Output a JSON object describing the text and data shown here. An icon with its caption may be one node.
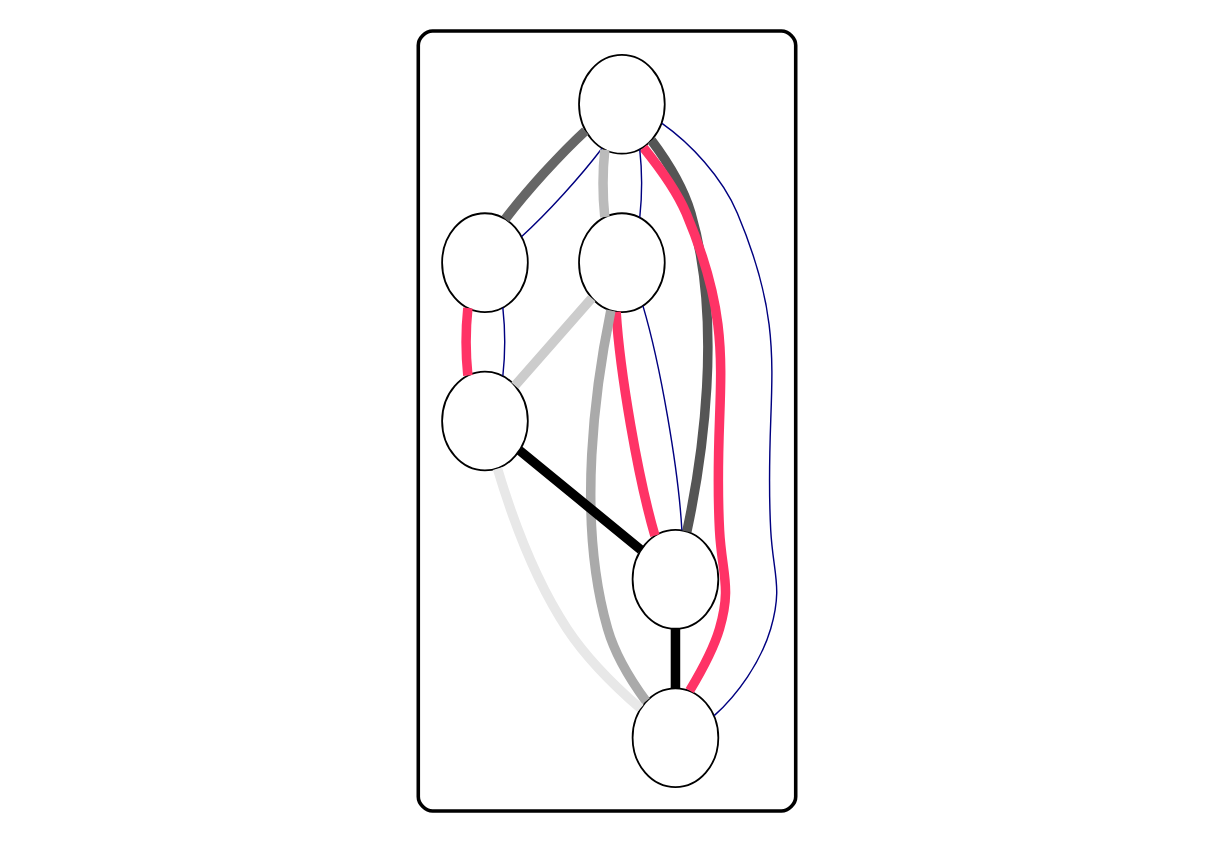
{
  "diagram": {
    "nodes": [
      {
        "text": [],
        "shape": "ellipse"
      },
      {
        "text": [],
        "shape": "ellipse",
        "in": 0
      },
      {
        "text": [],
        "shape": "ellipse",
        "in": 0
      },
      {
        "text": [],
        "shape": "ellipse",
        "in": 0
      },
      {
        "text": [],
        "shape": "ellipse",
        "in": 0
      },
      {
        "text": [],
        "shape": "ellipse",
        "in": 0
      },
      {
        "text": [],
        "shape": "ellipse",
        "in": 0
      }
    ],
    "edges": [
      {
        "from": 1,
        "to": 2,
        "arrow": "none",
        "color": "#666666"
      },
      {
        "from": 1,
        "to": 3,
        "arrow": "none",
        "color": "#bbbbbb"
      },
      {
        "from": 1,
        "to": 5,
        "arrow": "none",
        "color": "#555555"
      },
      {
        "from": 1,
        "to": 6,
        "arrow": "none",
        "color": "#ff3366"
      },
      {
        "from": 2,
        "to": 4,
        "arrow": "none",
        "color": "#ff3366"
      },
      {
        "from": 3,
        "to": 5,
        "arrow": "none",
        "color": "#ff3366"
      },
      {
        "from": 3,
        "to": 4,
        "arrow": "none",
        "color": "#cccccc"
      },
      {
        "from": 3,
        "to": 6,
        "arrow": "none",
        "color": "#aaaaaa"
      },
      {
        "from": 4,
        "to": 5,
        "arrow": "none",
        "color": "#000000"
      },
      {
        "from": 4,
        "to": 6,
        "arrow": "none",
        "color": "#e8e8e8"
      },
      {
        "from": 5,
        "to": 6,
        "arrow": "none",
        "color": "#000000"
      },
      {
        "from": 1,
        "to": 6,
        "arrow": "none",
        "color": "#000080"
      },
      {
        "from": 2,
        "to": 4,
        "arrow": "none",
        "color": "#000080"
      },
      {
        "from": 3,
        "to": 5,
        "arrow": "none",
        "color": "#000080"
      },
      {
        "from": 3,
        "to": 1,
        "arrow": "none",
        "color": "#000080"
      },
      {
        "from": 1,
        "to": 2,
        "arrow": "none",
        "color": "#000080"
      }
    ]
  }
}
